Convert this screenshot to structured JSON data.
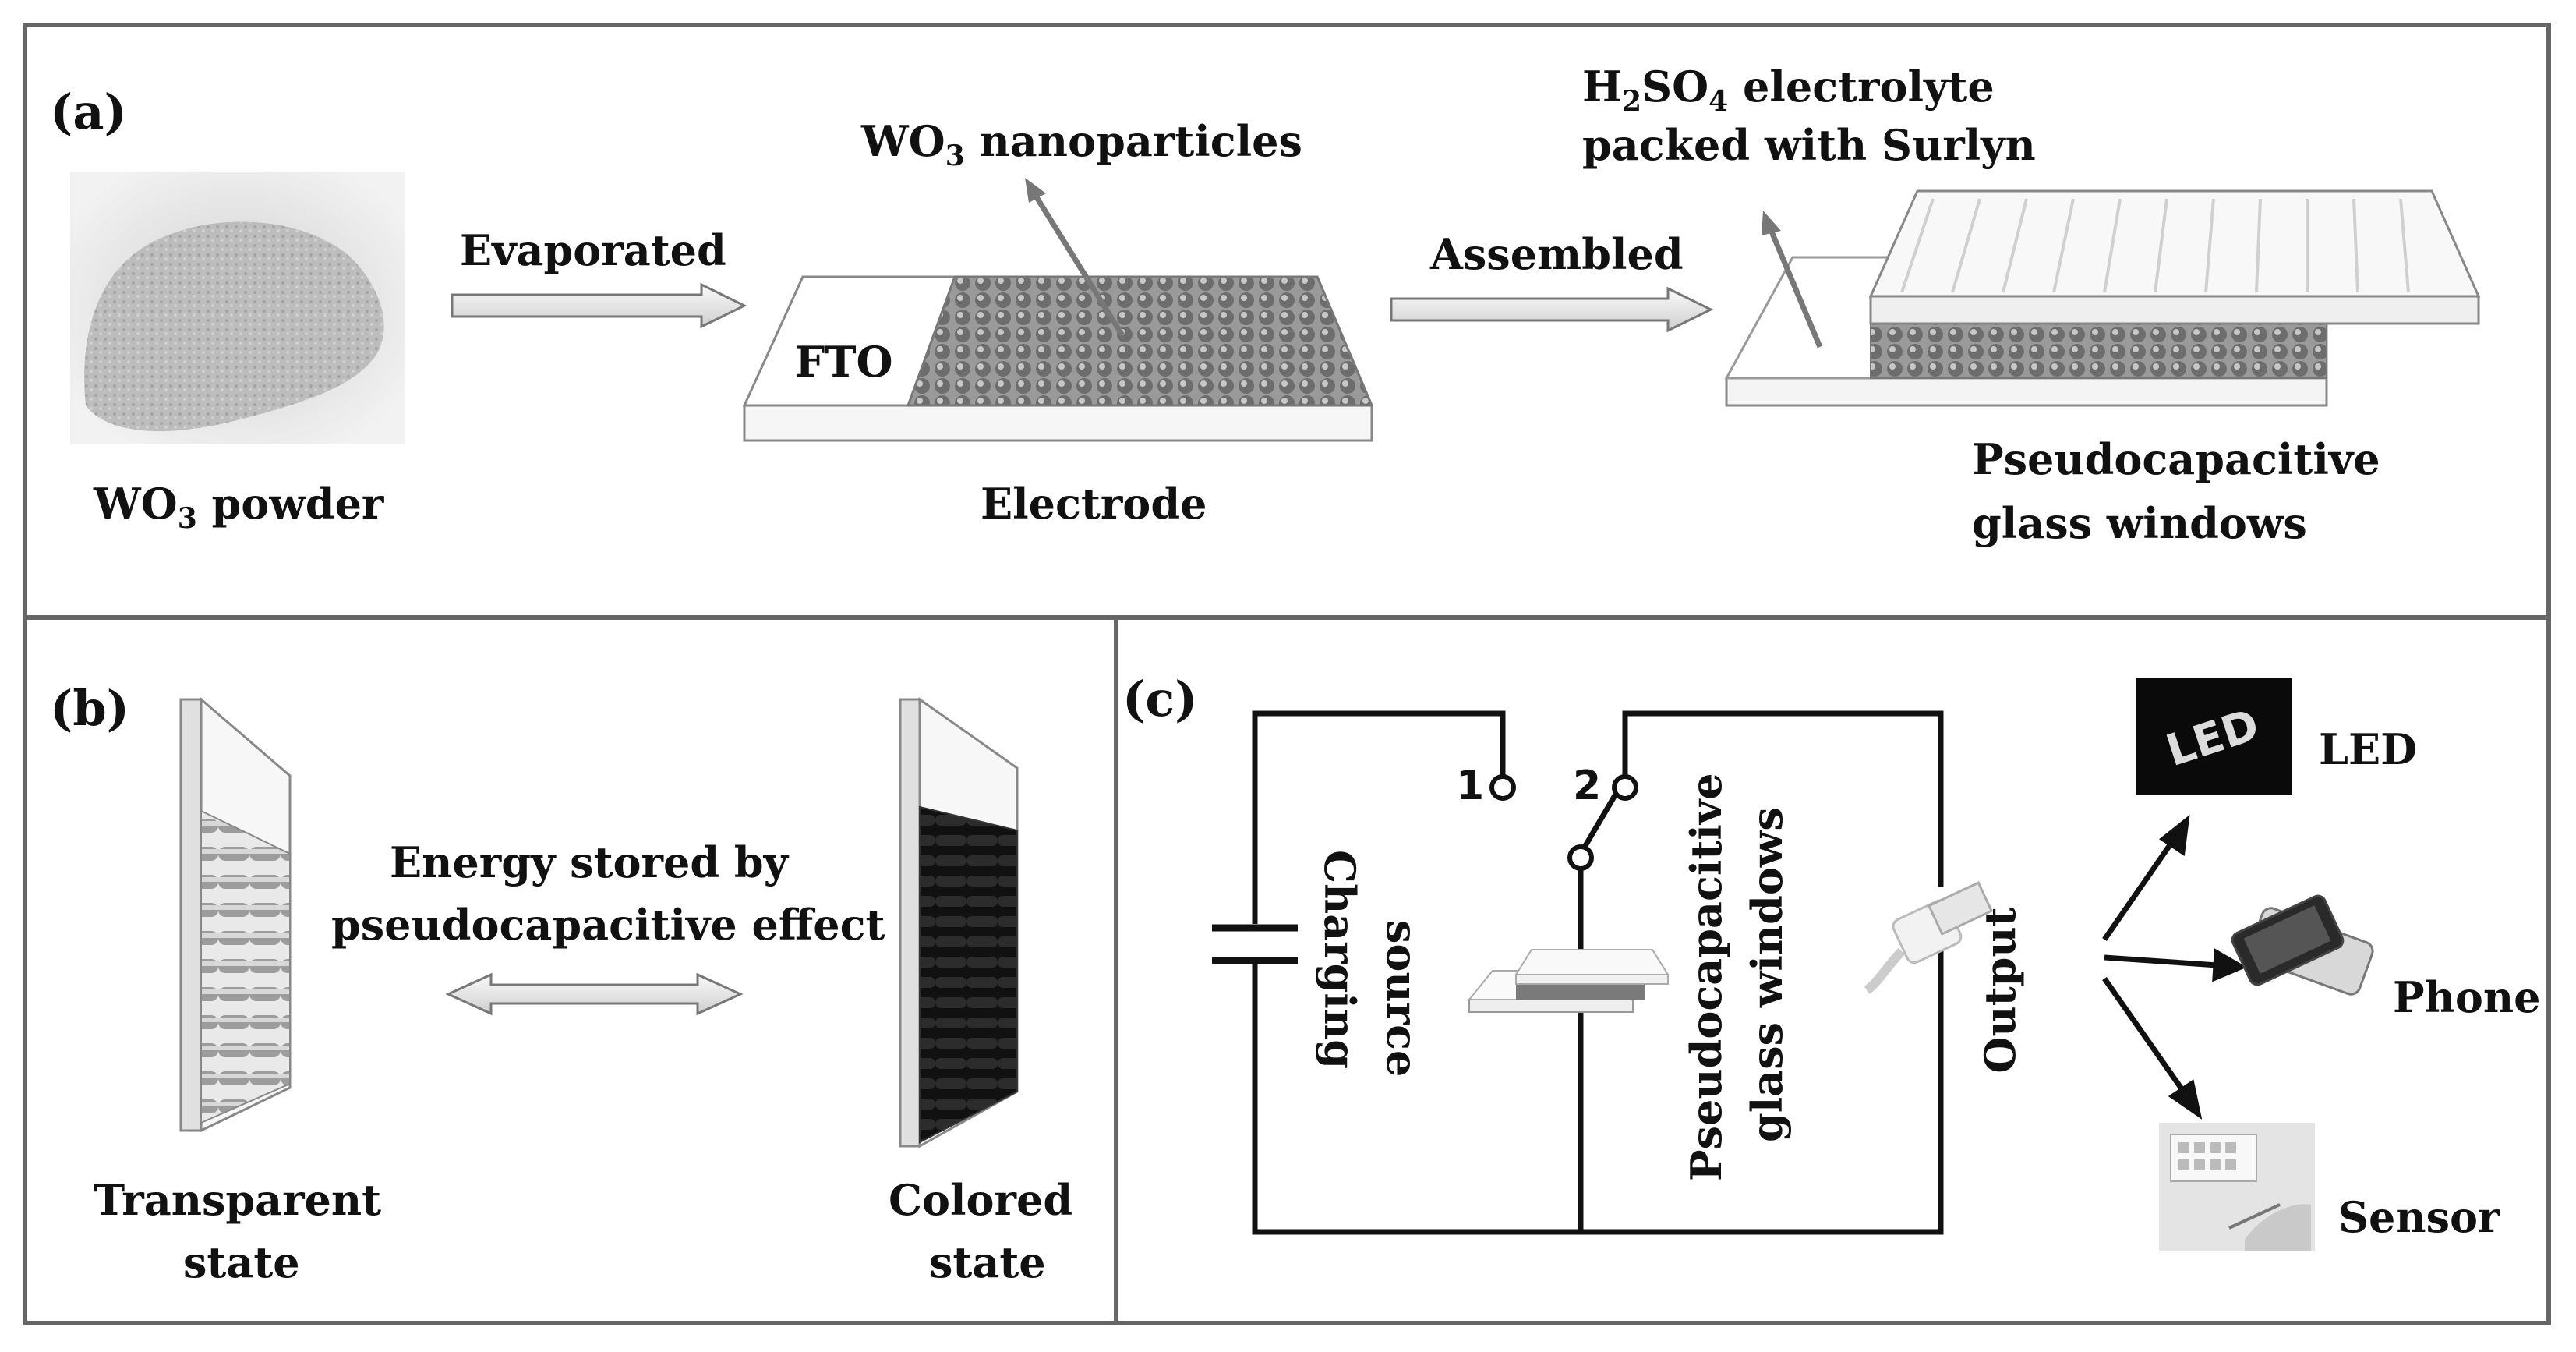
{
  "panel_a": {
    "letter": "(a)",
    "powder_label_main": "WO",
    "powder_label_sub": "3",
    "powder_label_rest": " powder",
    "step1_label": "Evaporated",
    "nanoparticles_main": "WO",
    "nanoparticles_sub": "3",
    "nanoparticles_rest": " nanoparticles",
    "fto_label": "FTO",
    "electrode_label": "Electrode",
    "step2_label": "Assembled",
    "electrolyte_h": "H",
    "electrolyte_sub1": "2",
    "electrolyte_so": "SO",
    "electrolyte_sub2": "4",
    "electrolyte_rest": " electrolyte",
    "electrolyte_line2": "packed with Surlyn",
    "window_line1": "Pseudocapacitive",
    "window_line2": "glass windows"
  },
  "panel_b": {
    "letter": "(b)",
    "energy_line1": "Energy stored by",
    "energy_line2": "pseudocapacitive effect",
    "transparent_line1": "Transparent",
    "transparent_line2": "state",
    "colored_line1": "Colored",
    "colored_line2": "state"
  },
  "panel_c": {
    "letter": "(c)",
    "switch_1": "1",
    "switch_2": "2",
    "charging_line1": "Charging",
    "charging_line2": "source",
    "windows_line1": "Pseudocapacitive",
    "windows_line2": "glass windows",
    "output_label": "Output",
    "led_icon_text": "LED",
    "led_label": "LED",
    "phone_label": "Phone",
    "sensor_label": "Sensor"
  }
}
